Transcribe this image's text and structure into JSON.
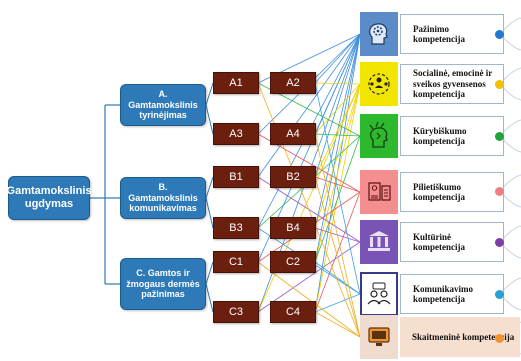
{
  "root": {
    "label": "Gamtamokslinis ugdymas"
  },
  "categories": [
    {
      "label": "A. Gamtamokslinis tyrinėjimas"
    },
    {
      "label": "B. Gamtamokslinis komunikavimas"
    },
    {
      "label": "C. Gamtos ir žmogaus dermės pažinimas"
    }
  ],
  "subnodes": [
    "A1",
    "A2",
    "A3",
    "A4",
    "B1",
    "B2",
    "B3",
    "B4",
    "C1",
    "C2",
    "C3",
    "C4"
  ],
  "competencies": [
    {
      "label": "Pažinimo kompetencija",
      "icon": "head-gears-icon",
      "icon_bg": "#5b8cc7",
      "color": "#1f78d1"
    },
    {
      "label": "Socialinė, emocinė ir sveikos gyvensenos kompetencija",
      "icon": "people-circle-icon",
      "icon_bg": "#f2e600",
      "color": "#f2c000"
    },
    {
      "label": "Kūrybiškumo kompetencija",
      "icon": "creative-head-icon",
      "icon_bg": "#2db82d",
      "color": "#22a33a"
    },
    {
      "label": "Pilietiškumo kompetencija",
      "icon": "civic-documents-icon",
      "icon_bg": "#f58f8f",
      "color": "#ef8080"
    },
    {
      "label": "Kultūrinė kompetencija",
      "icon": "culture-icon",
      "icon_bg": "#7a54b5",
      "color": "#7a3fa8"
    },
    {
      "label": "Komunikavimo kompetencija",
      "icon": "communication-icon",
      "icon_bg": "#ffffff",
      "color": "#2a9fd6"
    },
    {
      "label": "Skaitmeninė kompetencija",
      "icon": "computer-icon",
      "icon_bg": "#f0dccf",
      "color": "#f0932e"
    }
  ]
}
